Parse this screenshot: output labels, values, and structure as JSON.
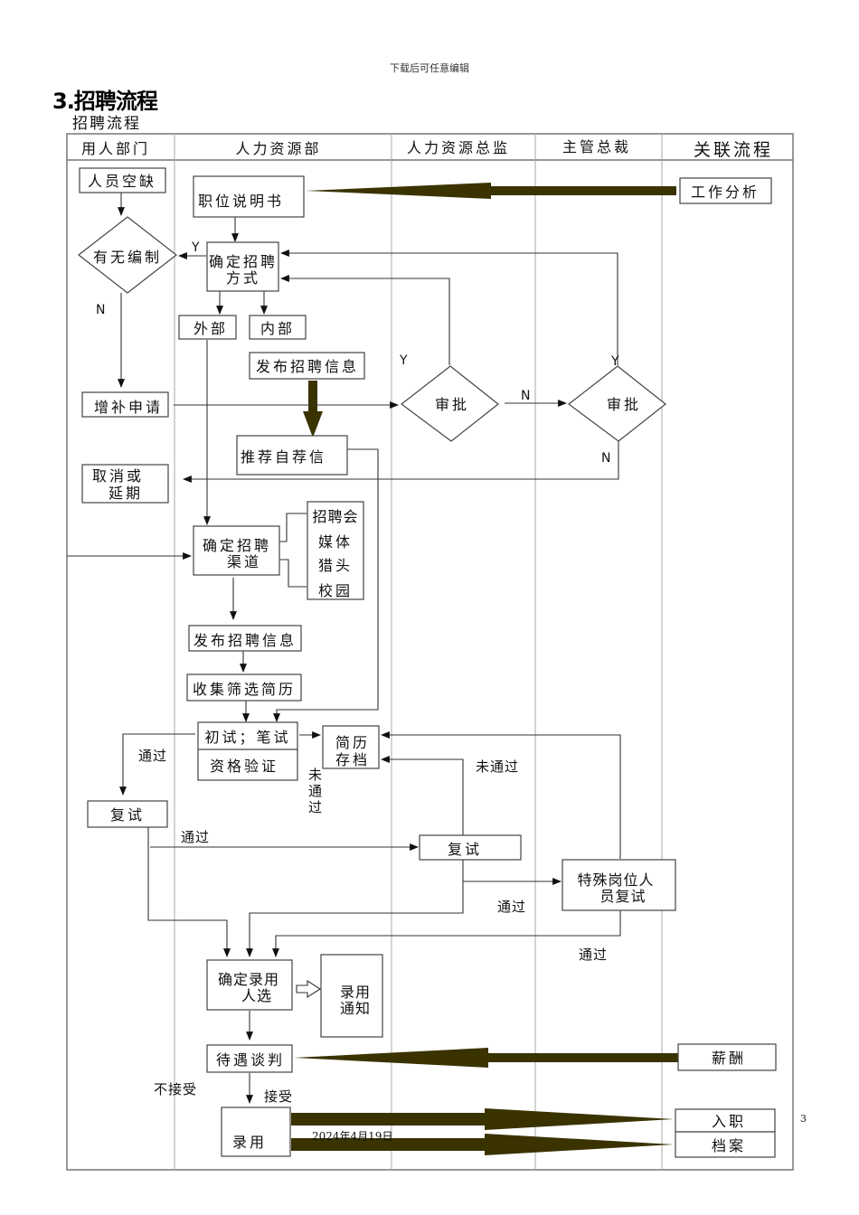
{
  "page": {
    "header_note": "下载后可任意编辑",
    "section_title": "3.招聘流程",
    "sub_title": "招聘流程",
    "date": "2024年4月19日",
    "page_number": "3"
  },
  "colors": {
    "thick_arrow": "#3a3300",
    "line": "#333333",
    "lane_divider": "#999999"
  },
  "lanes": [
    {
      "label": "用人部门"
    },
    {
      "label": "人力资源部"
    },
    {
      "label": "人力资源总监"
    },
    {
      "label": "主管总裁"
    },
    {
      "label": "关联流程"
    }
  ],
  "nodes": {
    "vacancy": "人员空缺",
    "headcount_check": "有无编制",
    "job_description": "职位说明书",
    "job_analysis": "工作分析",
    "decide_method_l1": "确定招聘",
    "decide_method_l2": "方式",
    "external": "外部",
    "internal": "内部",
    "publish_info_1": "发布招聘信息",
    "supplement_request": "增补申请",
    "approval_director": "审批",
    "approval_president": "审批",
    "referral": "推荐自荐信",
    "cancel_l1": "取消或",
    "cancel_l2": "延期",
    "decide_channel_l1": "确定招聘",
    "decide_channel_l2": "渠道",
    "channels": [
      "招聘会",
      "媒体",
      "猎头",
      "校园"
    ],
    "publish_info_2": "发布招聘信息",
    "collect_resumes": "收集筛选简历",
    "first_interview": "初试；笔试",
    "qualification": "资格验证",
    "resume_archive_l1": "简历",
    "resume_archive_l2": "存档",
    "second_interview_dept": "复试",
    "second_interview_director": "复试",
    "special_interview_l1": "特殊岗位人",
    "special_interview_l2": "员复试",
    "decide_hire_l1": "确定录用",
    "decide_hire_l2": "人选",
    "offer_notice_l1": "录用",
    "offer_notice_l2": "通知",
    "salary_negotiation": "待遇谈判",
    "salary": "薪酬",
    "hire": "录用",
    "onboarding": "入职",
    "archive": "档案"
  },
  "edge_labels": {
    "yes": "Y",
    "no": "N",
    "pass": "通过",
    "fail": "未通过",
    "fail_vertical": [
      "未",
      "通",
      "过"
    ],
    "accept": "接受",
    "not_accept": "不接受"
  }
}
